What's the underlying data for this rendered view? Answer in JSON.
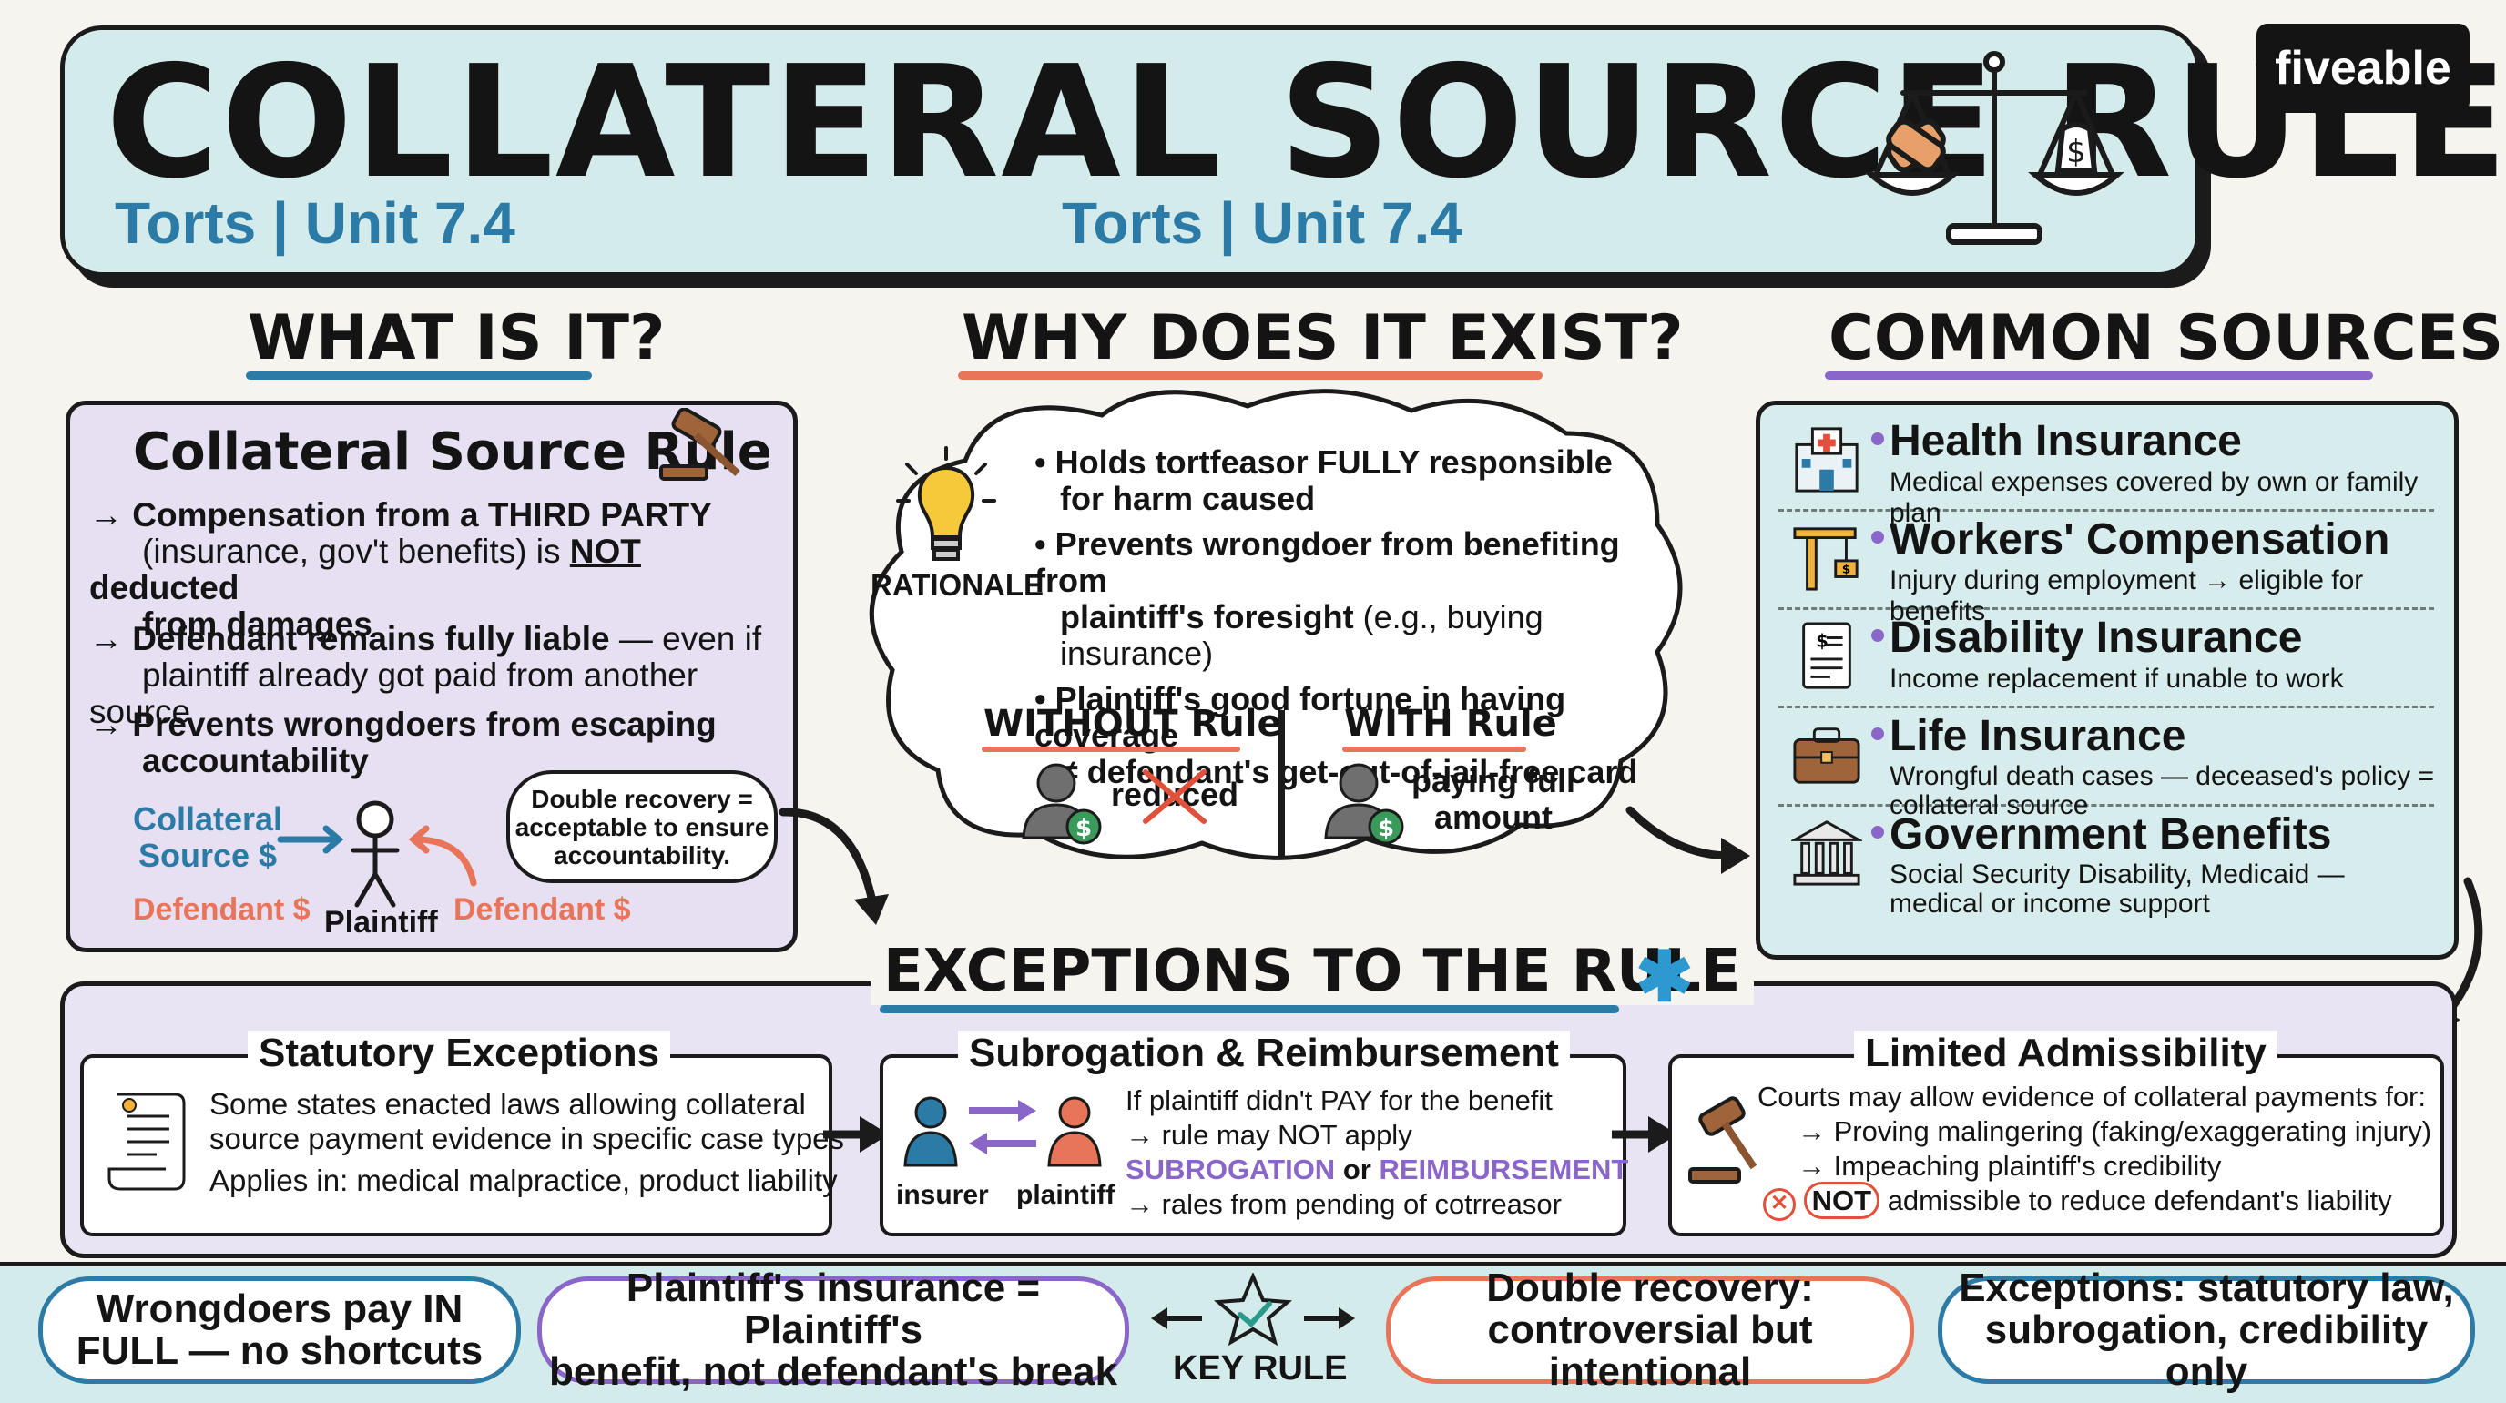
{
  "header": {
    "title": "COLLATERAL SOURCE RULE",
    "subtitle_left": "Torts | Unit 7.4",
    "subtitle_center": "Torts | Unit 7.4",
    "logo": "fiveable"
  },
  "sections": {
    "what_heading": "WHAT IS IT?",
    "why_heading": "WHY DOES IT EXIST?",
    "sources_heading": "COMMON SOURCES",
    "exceptions_heading": "EXCEPTIONS TO THE RULE"
  },
  "what": {
    "panel_title": "Collateral Source Rule",
    "b1_bold": "Compensation from a THIRD PARTY",
    "b1_rest": "(insurance, gov't benefits) is",
    "b1_not": "NOT",
    "b1_end": "deducted",
    "b1_line3": "from damages",
    "b2_bold": "Defendant remains fully liable",
    "b2_rest": "— even if",
    "b2_line2": "plaintiff already got paid from another source",
    "b3_line1": "Prevents wrongdoers from escaping",
    "b3_line2": "accountability",
    "diag_collateral_1": "Collateral",
    "diag_collateral_2": "Source $",
    "diag_plaintiff": "Plaintiff",
    "diag_defendant_left": "Defendant $",
    "diag_defendant_right": "Defendant $",
    "bubble_1": "Double recovery =",
    "bubble_2": "acceptable to ensure",
    "bubble_3": "accountability."
  },
  "why": {
    "rationale_label": "RATIONALE",
    "r1_l1": "• Holds tortfeasor FULLY responsible",
    "r1_l2": "for harm caused",
    "r2_l1": "• Prevents wrongdoer from benefiting from",
    "r2_l2": "plaintiff's foresight",
    "r2_l2_rest": "(e.g., buying insurance)",
    "r3_l1": "• Plaintiff's good fortune in having coverage",
    "r3_l2": "≠ defendant's get-out-of-jail-free card",
    "without_label": "WITHOUT Rule",
    "without_text": "reduced",
    "with_label": "WITH Rule",
    "with_text_1": "paying full",
    "with_text_2": "amount"
  },
  "sources": [
    {
      "title": "Health Insurance",
      "desc": "Medical expenses covered by own or family plan",
      "icon": "hospital-icon"
    },
    {
      "title": "Workers' Compensation",
      "desc": "Injury during employment → eligible for benefits",
      "icon": "crane-icon"
    },
    {
      "title": "Disability Insurance",
      "desc": "Income replacement if unable to work",
      "icon": "document-icon"
    },
    {
      "title": "Life Insurance",
      "desc": "Wrongful death cases — deceased's policy = collateral source",
      "icon": "briefcase-icon"
    },
    {
      "title": "Government Benefits",
      "desc": "Social Security Disability, Medicaid — medical or income support",
      "icon": "bank-icon"
    }
  ],
  "exceptions": {
    "statutory": {
      "title": "Statutory Exceptions",
      "l1": "Some states enacted laws allowing collateral",
      "l2": "source payment evidence in specific case types",
      "l3": "Applies in: medical malpractice, product liability"
    },
    "subrogation": {
      "title": "Subrogation & Reimbursement",
      "l1": "If plaintiff didn't PAY for the benefit",
      "l2": "→ rule may NOT apply",
      "l3a": "SUBROGATION",
      "l3b": "or",
      "l3c": "REIMBURSEMENT",
      "l4": "→ rales from pending of cotrreasor",
      "insurer": "insurer",
      "plaintiff": "plaintiff"
    },
    "admissibility": {
      "title": "Limited Admissibility",
      "l1": "Courts may allow evidence of collateral payments for:",
      "l2": "→ Proving malingering (faking/exaggerating injury)",
      "l3": "→ Impeaching plaintiff's credibility",
      "l4_not": "NOT",
      "l4_rest": "admissible to reduce defendant's liability"
    }
  },
  "bottom": {
    "p1_l1": "Wrongdoers pay IN",
    "p1_l2": "FULL — no shortcuts",
    "p2_l1": "Plaintiff's insurance = Plaintiff's",
    "p2_l2": "benefit, not defendant's break",
    "key_rule": "KEY RULE",
    "p3_l1": "Double recovery:",
    "p3_l2": "controversial but intentional",
    "p4_l1": "Exceptions: statutory law,",
    "p4_l2": "subrogation, credibility only"
  },
  "colors": {
    "teal": "#2c7ba6",
    "purple": "#8b66c9",
    "coral": "#e8745a",
    "header_bg": "#d4ebec",
    "what_bg": "#e6e0f2",
    "green": "#3a9a5a"
  }
}
